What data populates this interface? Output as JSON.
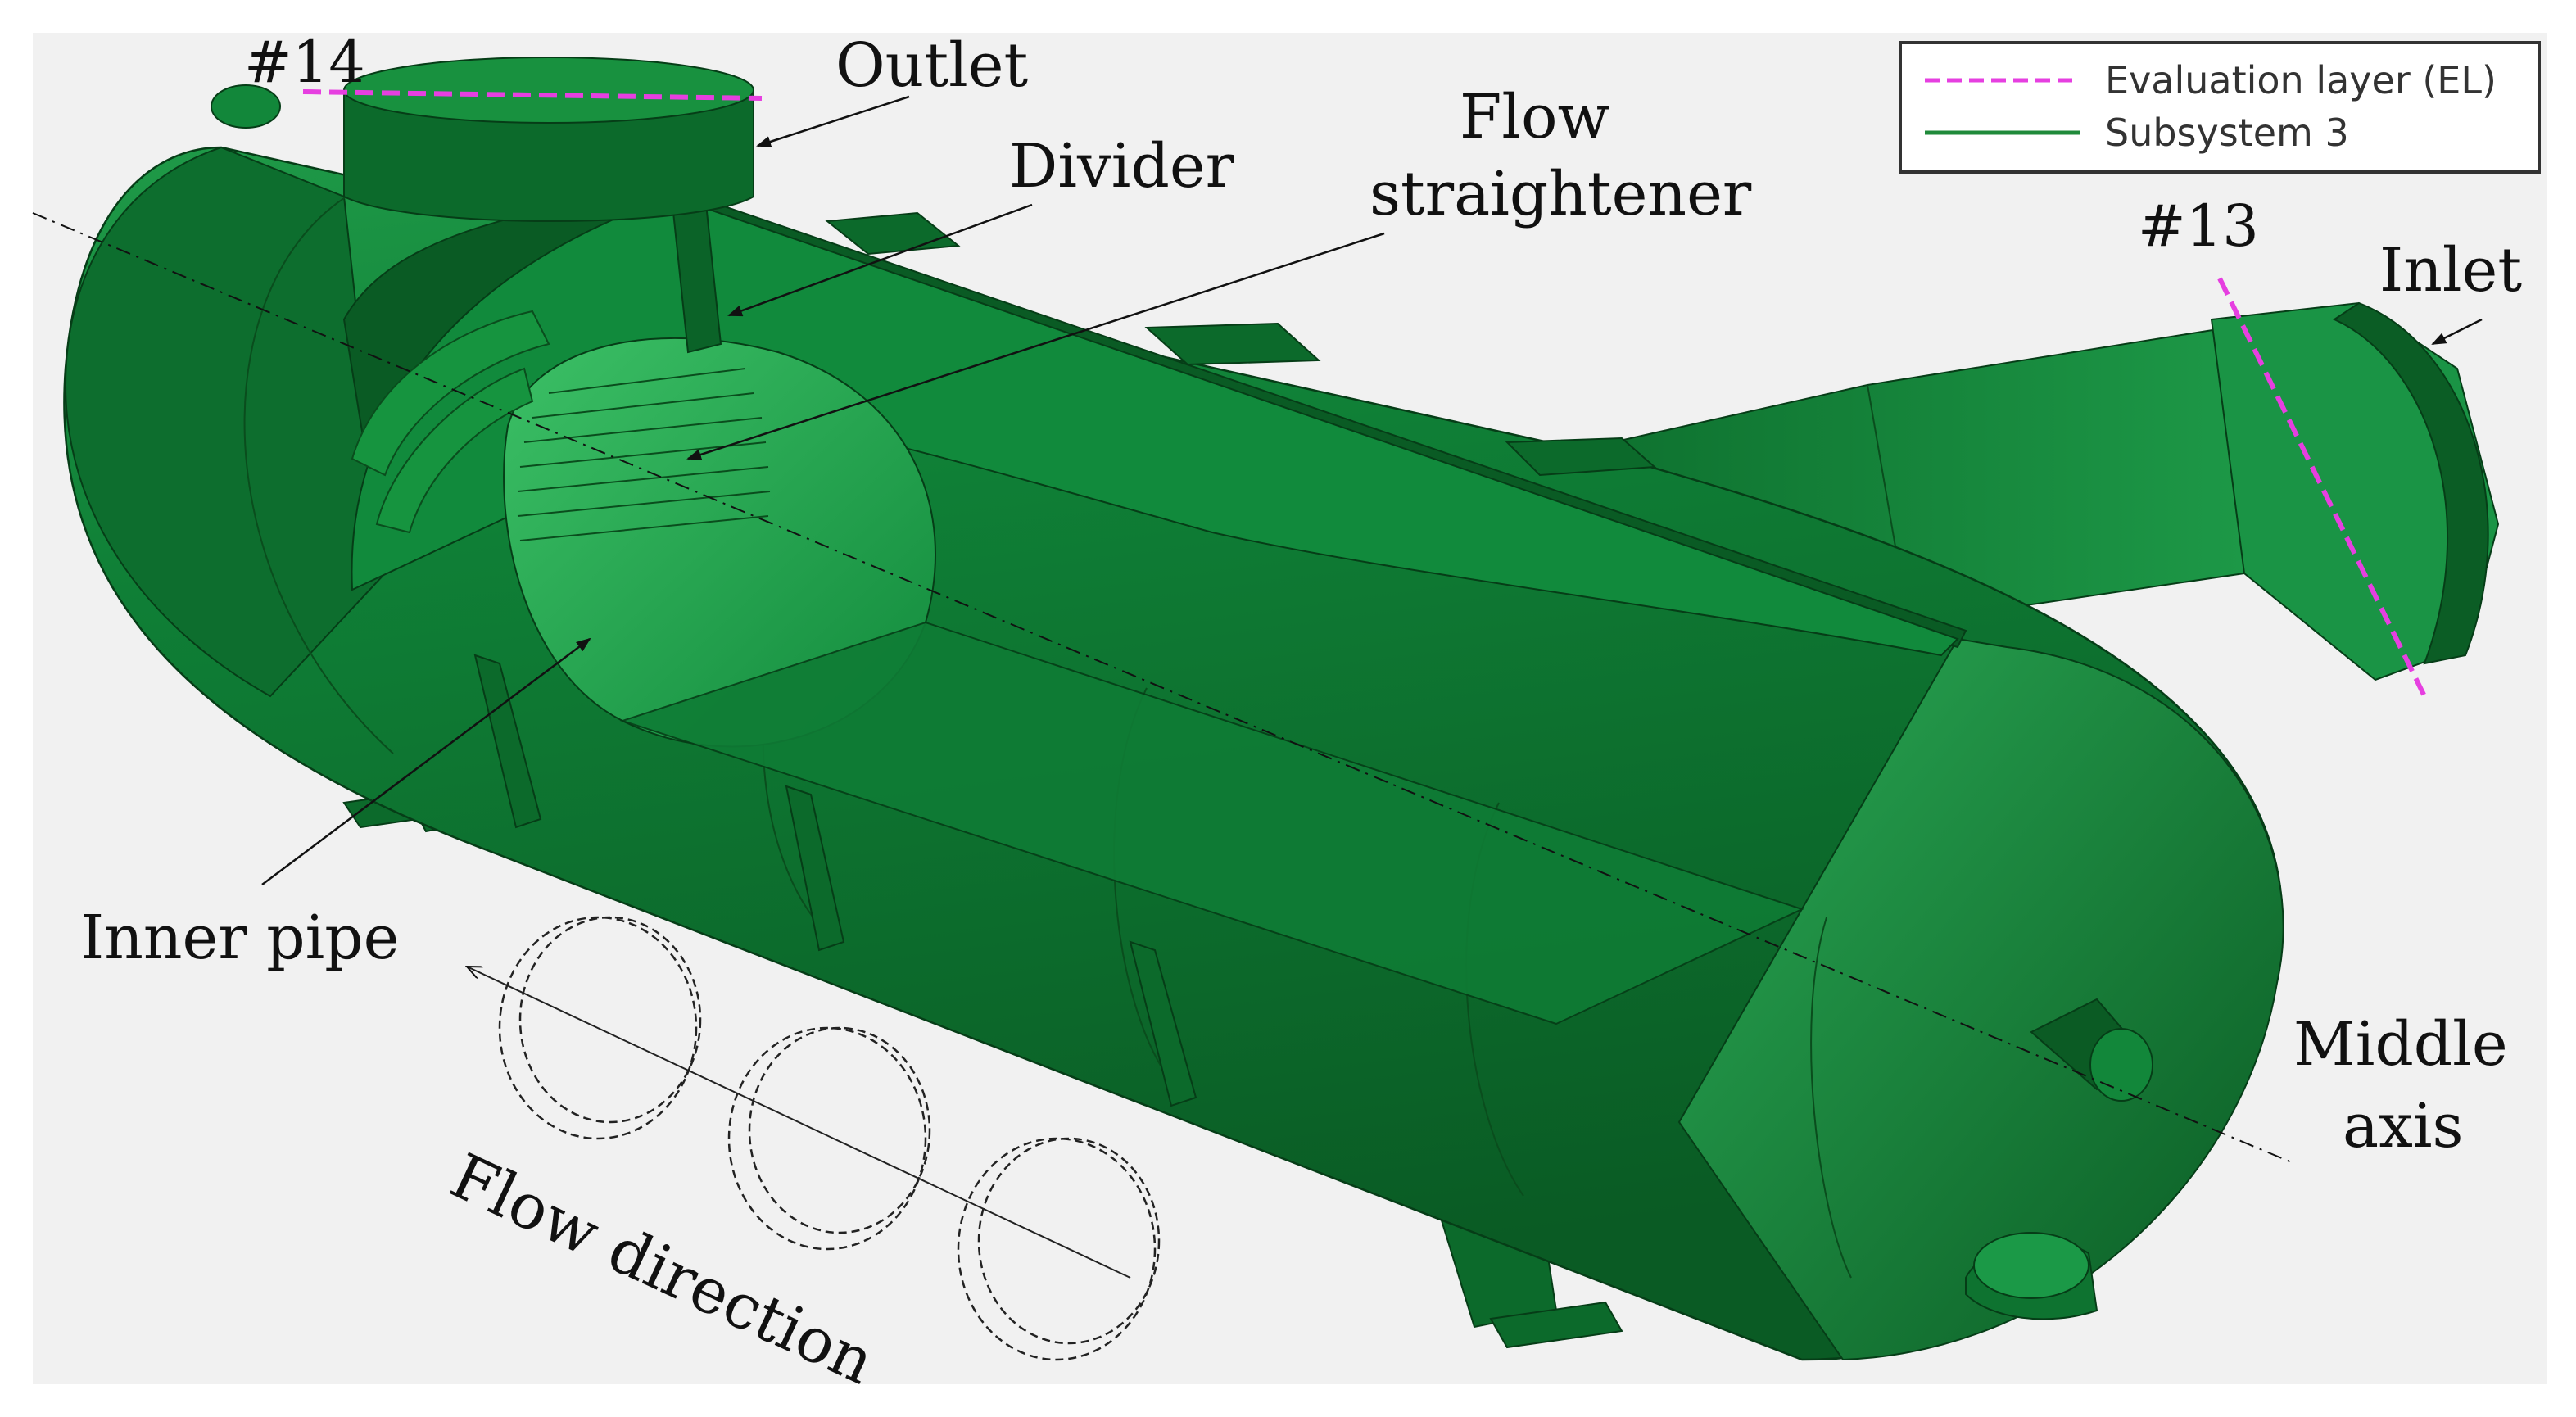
{
  "labels": {
    "outlet": "Outlet",
    "divider": "Divider",
    "flow_straightener_1": "Flow",
    "flow_straightener_2": "straightener",
    "inlet": "Inlet",
    "marker_14": "#14",
    "marker_13": "#13",
    "inner_pipe": "Inner pipe",
    "middle_axis_1": "Middle",
    "middle_axis_2": "axis",
    "flow_direction": "Flow direction"
  },
  "legend": {
    "entries": [
      {
        "name": "Evaluation layer (EL)",
        "color": "#e63fe0",
        "style": "dashed"
      },
      {
        "name": "Subsystem 3",
        "color": "#1f8a3a",
        "style": "solid"
      }
    ]
  },
  "colors": {
    "body_dark": "#0b5a24",
    "body_mid": "#0f7a33",
    "body_light": "#32b35a",
    "background": "#f1f1f1",
    "evaluation_layer": "#e63fe0"
  }
}
